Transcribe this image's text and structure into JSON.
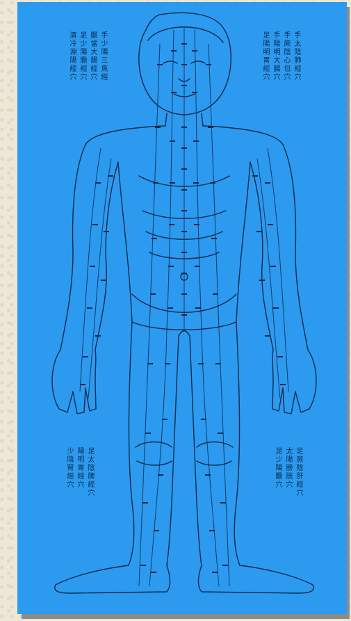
{
  "illustration": {
    "subject": "acupuncture-meridian-chart",
    "colors": {
      "background": "#2c9aee",
      "line": "#0d2a52",
      "border": "#ece7d6",
      "shadow": "#8b8b8b"
    }
  },
  "text_blocks": {
    "top_left": [
      "手少陽三焦經",
      "臘當大腸經穴",
      "足少陽膽經穴",
      "清冷淵陽經穴"
    ],
    "top_right": [
      "手太陰肺經穴",
      "手厥陰心包穴",
      "手陽明大腸穴",
      "足陽明胃經穴"
    ],
    "bottom_left": [
      "足太陰脾經穴",
      "陽明胃經穴",
      "少陰腎經穴"
    ],
    "bottom_right": [
      "足厥陰肝經穴",
      "太陽膀胱穴",
      "足少陽膽穴"
    ]
  }
}
